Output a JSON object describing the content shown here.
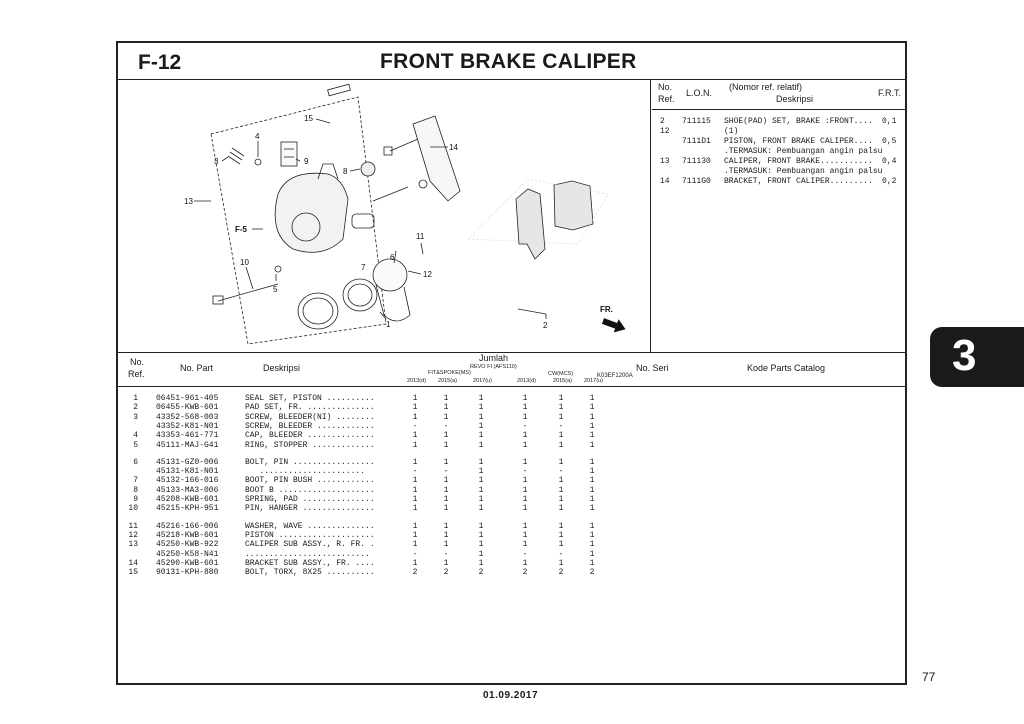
{
  "header": {
    "section_code": "F-12",
    "title": "FRONT BRAKE CALIPER"
  },
  "illustration": {
    "ref_code": "K03EF1200A",
    "arrow_label": "FR.",
    "callouts": [
      "1",
      "2",
      "3",
      "4",
      "5",
      "6",
      "7",
      "8",
      "9",
      "10",
      "11",
      "12",
      "13",
      "14",
      "15",
      "F-5"
    ]
  },
  "ref_table": {
    "headers": {
      "no": "No.",
      "ref": "Ref.",
      "lon": "L.O.N.",
      "nomor": "(Nomor ref. relatif)",
      "desc": "Deskripsi",
      "frt": "F.R.T."
    },
    "rows": [
      {
        "no": "2",
        "lon": "711115",
        "desc": "SHOE(PAD) SET, BRAKE :FRONT....",
        "frt": "0,1"
      },
      {
        "no": "12",
        "lon": "",
        "desc": "(1)",
        "frt": ""
      },
      {
        "no": "",
        "lon": "7111D1",
        "desc": "PISTON, FRONT BRAKE CALIPER....",
        "frt": "0,5"
      },
      {
        "no": "",
        "lon": "",
        "desc": ".TERMASUK: Pembuangan angin palsu",
        "frt": ""
      },
      {
        "no": "13",
        "lon": "711130",
        "desc": "CALIPER, FRONT BRAKE...........",
        "frt": "0,4"
      },
      {
        "no": "",
        "lon": "",
        "desc": ".TERMASUK: Pembuangan angin palsu",
        "frt": ""
      },
      {
        "no": "14",
        "lon": "7111G0",
        "desc": "BRACKET, FRONT CALIPER.........",
        "frt": "0,2"
      }
    ]
  },
  "parts_table": {
    "headers": {
      "no": "No.",
      "ref": "Ref.",
      "part": "No. Part",
      "desc": "Deskripsi",
      "jumlah": "Jumlah",
      "model": "REVO FI (AFS110)",
      "group1": "FIT&SPOKE(MS)",
      "group2": "CW(MCS)",
      "years": [
        "2013(d)",
        "2015(a)",
        "2017(u)",
        "2013(d)",
        "2015(a)",
        "2017(u)"
      ],
      "serial": "No. Seri",
      "catalog": "Kode Parts Catalog"
    },
    "rows": [
      {
        "no": "1",
        "part": "06451-961-405",
        "desc": "SEAL SET, PISTON ..........",
        "q": [
          "1",
          "1",
          "1",
          "1",
          "1",
          "1"
        ]
      },
      {
        "no": "2",
        "part": "06455-KWB-601",
        "desc": "PAD SET, FR. ..............",
        "q": [
          "1",
          "1",
          "1",
          "1",
          "1",
          "1"
        ]
      },
      {
        "no": "3",
        "part": "43352-568-003",
        "desc": "SCREW, BLEEDER(NI) ........",
        "q": [
          "1",
          "1",
          "1",
          "1",
          "1",
          "1"
        ]
      },
      {
        "no": "",
        "part": "43352-K81-N01",
        "desc": "SCREW, BLEEDER ............",
        "q": [
          "-",
          "-",
          "1",
          "-",
          "-",
          "1"
        ]
      },
      {
        "no": "4",
        "part": "43353-461-771",
        "desc": "CAP, BLEEDER ..............",
        "q": [
          "1",
          "1",
          "1",
          "1",
          "1",
          "1"
        ]
      },
      {
        "no": "5",
        "part": "45111-MAJ-G41",
        "desc": "RING, STOPPER .............",
        "q": [
          "1",
          "1",
          "1",
          "1",
          "1",
          "1"
        ]
      },
      {
        "no": "6",
        "part": "45131-GZ0-006",
        "desc": "BOLT, PIN .................",
        "q": [
          "1",
          "1",
          "1",
          "1",
          "1",
          "1"
        ],
        "gap": true
      },
      {
        "no": "",
        "part": "45131-K81-N01",
        "desc": "   ......................",
        "q": [
          "-",
          "-",
          "1",
          "-",
          "-",
          "1"
        ]
      },
      {
        "no": "7",
        "part": "45132-166-016",
        "desc": "BOOT, PIN BUSH ............",
        "q": [
          "1",
          "1",
          "1",
          "1",
          "1",
          "1"
        ]
      },
      {
        "no": "8",
        "part": "45133-MA3-006",
        "desc": "BOOT B ....................",
        "q": [
          "1",
          "1",
          "1",
          "1",
          "1",
          "1"
        ]
      },
      {
        "no": "9",
        "part": "45208-KWB-601",
        "desc": "SPRING, PAD ...............",
        "q": [
          "1",
          "1",
          "1",
          "1",
          "1",
          "1"
        ]
      },
      {
        "no": "10",
        "part": "45215-KPH-951",
        "desc": "PIN, HANGER ...............",
        "q": [
          "1",
          "1",
          "1",
          "1",
          "1",
          "1"
        ]
      },
      {
        "no": "11",
        "part": "45216-166-006",
        "desc": "WASHER, WAVE ..............",
        "q": [
          "1",
          "1",
          "1",
          "1",
          "1",
          "1"
        ],
        "gap": true
      },
      {
        "no": "12",
        "part": "45218-KWB-601",
        "desc": "PISTON ....................",
        "q": [
          "1",
          "1",
          "1",
          "1",
          "1",
          "1"
        ]
      },
      {
        "no": "13",
        "part": "45250-KWB-922",
        "desc": "CALIPER SUB ASSY., R. FR. .",
        "q": [
          "1",
          "1",
          "1",
          "1",
          "1",
          "1"
        ]
      },
      {
        "no": "",
        "part": "45250-K58-N41",
        "desc": "..........................",
        "q": [
          "-",
          "-",
          "1",
          "-",
          "-",
          "1"
        ]
      },
      {
        "no": "14",
        "part": "45290-KWB-601",
        "desc": "BRACKET SUB ASSY., FR. ....",
        "q": [
          "1",
          "1",
          "1",
          "1",
          "1",
          "1"
        ]
      },
      {
        "no": "15",
        "part": "90131-KPH-880",
        "desc": "BOLT, TORX, 8X25 ..........",
        "q": [
          "2",
          "2",
          "2",
          "2",
          "2",
          "2"
        ]
      }
    ]
  },
  "side_tab": "3",
  "page_number": "77",
  "footer_date": "01.09.2017",
  "colors": {
    "ink": "#1a1a1a",
    "paper": "#ffffff",
    "tab": "#1a1a1a"
  }
}
